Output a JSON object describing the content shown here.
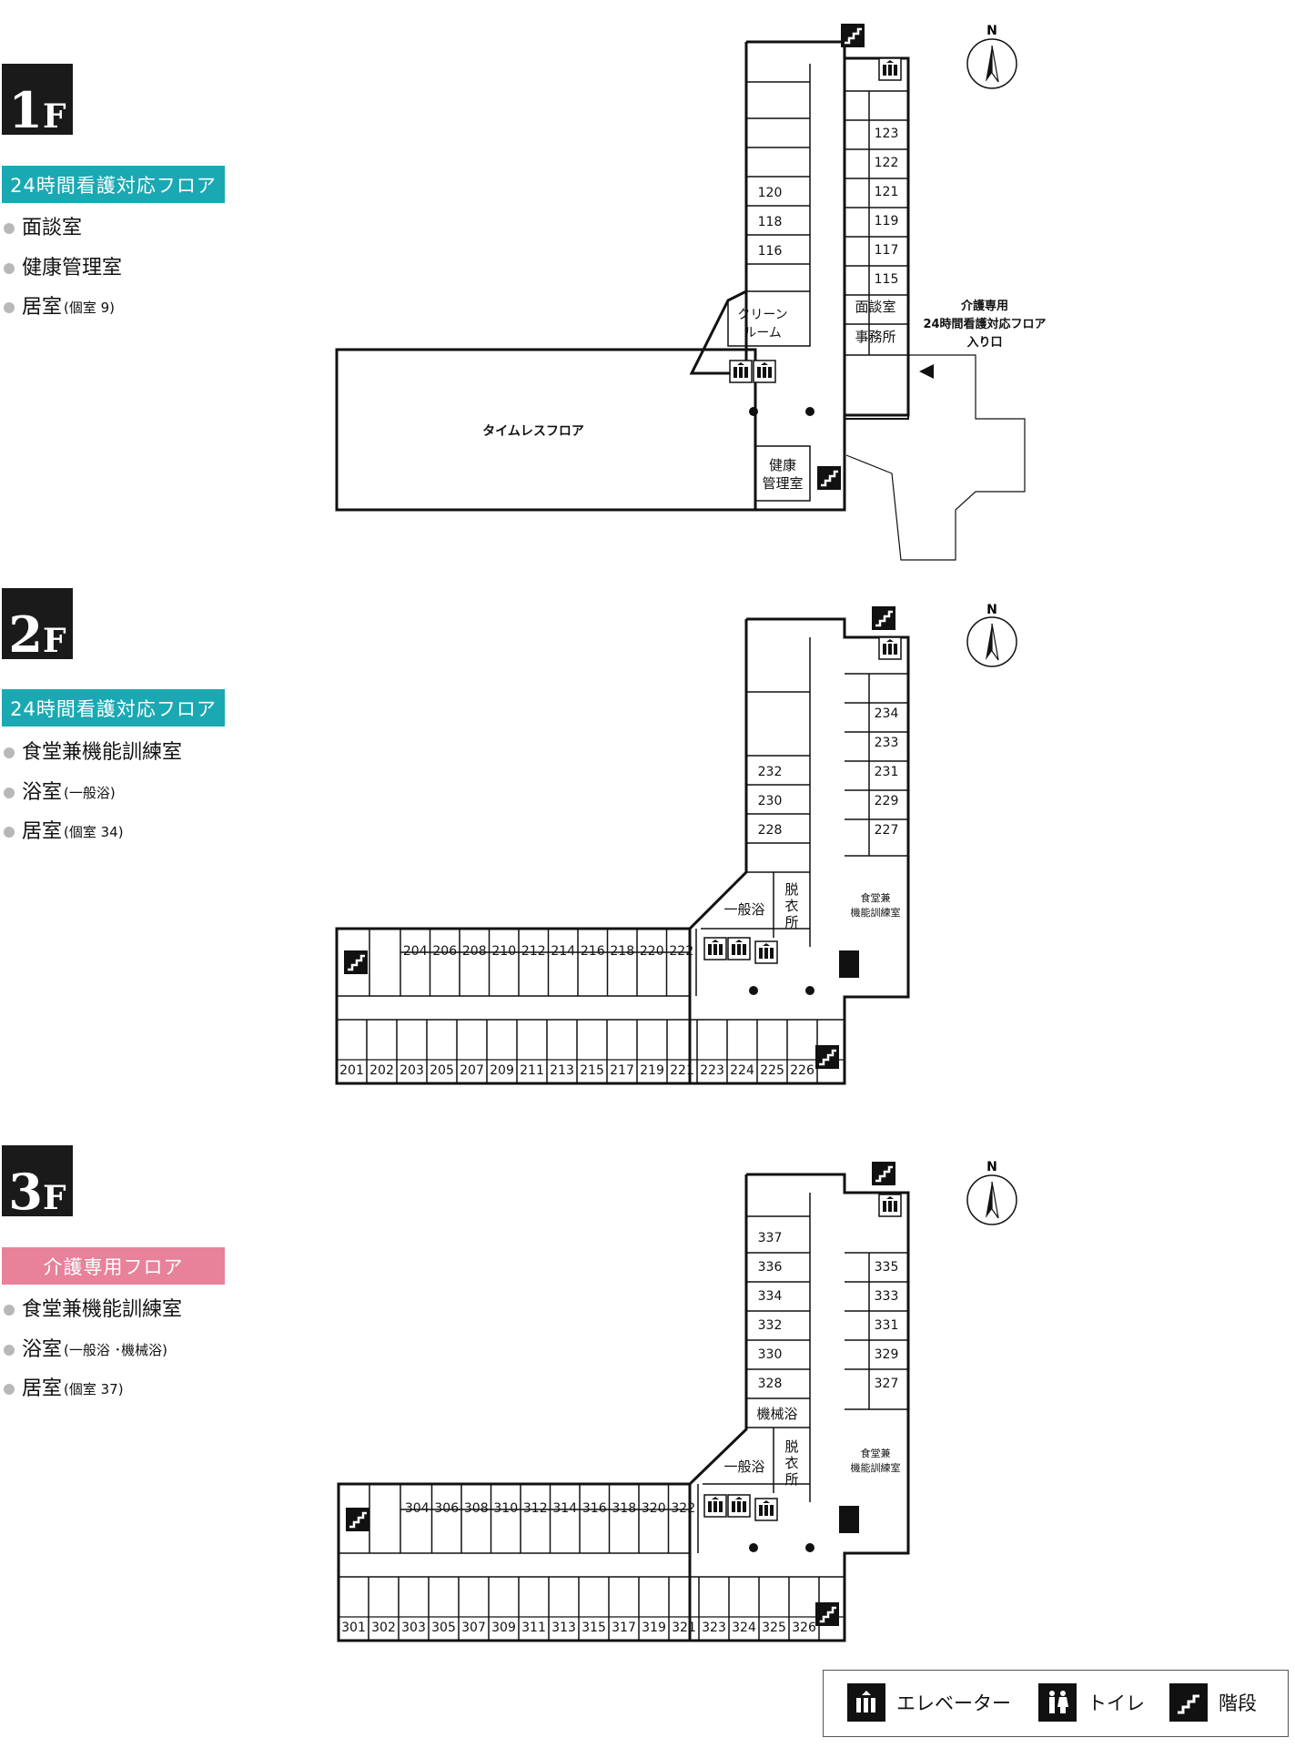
{
  "floors": [
    {
      "badge_num": "1",
      "badge_f": "F",
      "tag": "24時間看護対応フロア",
      "amenities": [
        {
          "name": "面談室",
          "sub": ""
        },
        {
          "name": "健康管理室",
          "sub": ""
        },
        {
          "name": "居室",
          "sub": "(個室 9)"
        }
      ]
    },
    {
      "badge_num": "2",
      "badge_f": "F",
      "tag": "24時間看護対応フロア",
      "amenities": [
        {
          "name": "食堂兼機能訓練室",
          "sub": ""
        },
        {
          "name": "浴室",
          "sub": "(一般浴)"
        },
        {
          "name": "居室",
          "sub": "(個室 34)"
        }
      ]
    },
    {
      "badge_num": "3",
      "badge_f": "F",
      "tag": "介護専用フロア",
      "amenities": [
        {
          "name": "食堂兼機能訓練室",
          "sub": ""
        },
        {
          "name": "浴室",
          "sub": "(一般浴 ･機械浴)"
        },
        {
          "name": "居室",
          "sub": "(個室 37)"
        }
      ]
    }
  ],
  "north_label": "N",
  "plan1": {
    "timeless": "タイムレスフロア",
    "clean1": "クリーン",
    "clean2": "ルーム",
    "health1": "健康",
    "health2": "管理室",
    "interview": "面談室",
    "office": "事務所",
    "entrance1": "介護専用",
    "entrance2": "24時間看護対応フロア",
    "entrance3": "入り口",
    "rooms_left": [
      "120",
      "118",
      "116"
    ],
    "rooms_right": [
      "123",
      "122",
      "121",
      "119",
      "117",
      "115"
    ]
  },
  "plan2": {
    "dining1": "食堂兼",
    "dining2": "機能訓練室",
    "bath": "一般浴",
    "dress1": "脱",
    "dress2": "衣",
    "dress3": "所",
    "rooms_left": [
      "232",
      "230",
      "228"
    ],
    "rooms_right": [
      "234",
      "233",
      "231",
      "229",
      "227"
    ],
    "rooms_top": [
      "204",
      "206",
      "208",
      "210",
      "212",
      "214",
      "216",
      "218",
      "220",
      "222"
    ],
    "rooms_bottom": [
      "201",
      "202",
      "203",
      "205",
      "207",
      "209",
      "211",
      "213",
      "215",
      "217",
      "219",
      "221",
      "223",
      "224",
      "225",
      "226"
    ]
  },
  "plan3": {
    "dining1": "食堂兼",
    "dining2": "機能訓練室",
    "bath": "一般浴",
    "machine_bath": "機械浴",
    "dress1": "脱",
    "dress2": "衣",
    "dress3": "所",
    "rooms_left": [
      "337",
      "336",
      "334",
      "332",
      "330",
      "328"
    ],
    "rooms_right": [
      "335",
      "333",
      "331",
      "329",
      "327"
    ],
    "rooms_top": [
      "304",
      "306",
      "308",
      "310",
      "312",
      "314",
      "316",
      "318",
      "320",
      "322"
    ],
    "rooms_bottom": [
      "301",
      "302",
      "303",
      "305",
      "307",
      "309",
      "311",
      "313",
      "315",
      "317",
      "319",
      "321",
      "323",
      "324",
      "325",
      "326"
    ]
  },
  "legend": {
    "elevator": "エレベーター",
    "toilet": "トイレ",
    "stairs": "階段"
  }
}
